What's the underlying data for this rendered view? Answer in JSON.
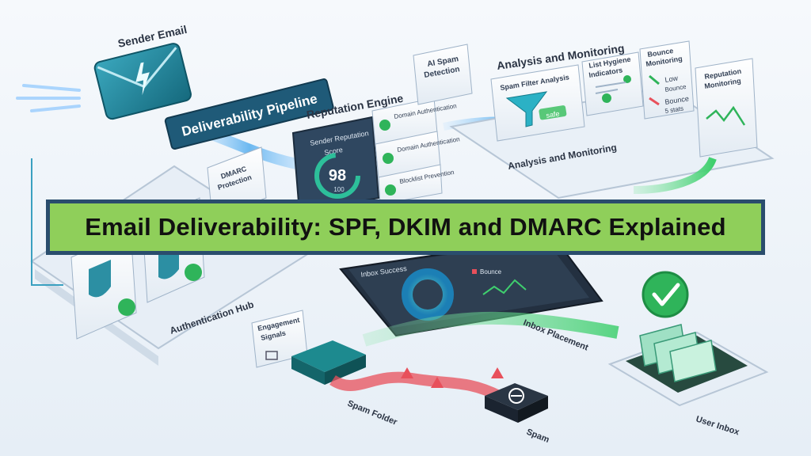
{
  "title": "Email Deliverability: SPF, DKIM and DMARC Explained",
  "labels": {
    "sender_email": "Sender Email",
    "pipeline": "Deliverability Pipeline",
    "reputation_engine": "Reputation Engine",
    "sender_score_line1": "Sender Reputation",
    "sender_score_line2": "Score",
    "score_value": "98",
    "score_max": "100",
    "check_domain_auth_1": "Domain Authentication",
    "check_domain_auth_2": "Domain Authentication",
    "check_blocklist": "Blocklist Prevention",
    "ai_spam_line1": "AI Spam",
    "ai_spam_line2": "Detection",
    "analysis_title": "Analysis and Monitoring",
    "analysis_floor": "Analysis and Monitoring",
    "spam_filter": "Spam Filter Analysis",
    "safe": "safe",
    "list_hygiene_line1": "List Hygiene",
    "list_hygiene_line2": "Indicators",
    "bounce_monitoring_line1": "Bounce",
    "bounce_monitoring_line2": "Monitoring",
    "low": "Low",
    "bounce_label": "Bounce",
    "bounce_stats": "5 stats",
    "reputation_monitoring_line1": "Reputation",
    "reputation_monitoring_line2": "Monitoring",
    "dmarc_line1": "DMARC",
    "dmarc_line2": "Protection",
    "authentication_hub": "Authentication Hub",
    "engagement_line1": "Engagement",
    "engagement_line2": "Signals",
    "inbox_success": "Inbox Success",
    "legend_bounce": "Bounce",
    "inbox_placement": "Inbox Placement",
    "spam_folder": "Spam Folder",
    "spam": "Spam",
    "user_inbox": "User Inbox"
  },
  "colors": {
    "banner_fill": "#8fcf5a",
    "banner_border": "#2a4d6d",
    "envelope": "#1f8a9e",
    "pipeline_sign": "#1f5a78",
    "check_green": "#2fb45a",
    "spam_red": "#e8505b",
    "flow_blue": "#4aa9ee",
    "flow_green": "#4fd27a",
    "dark_block": "#233040"
  },
  "icons": [
    "lightning-icon",
    "envelope-icon",
    "funnel-icon",
    "check-icon",
    "shield-icon",
    "warning-icon",
    "no-entry-icon",
    "mail-icon",
    "gauge-icon"
  ]
}
